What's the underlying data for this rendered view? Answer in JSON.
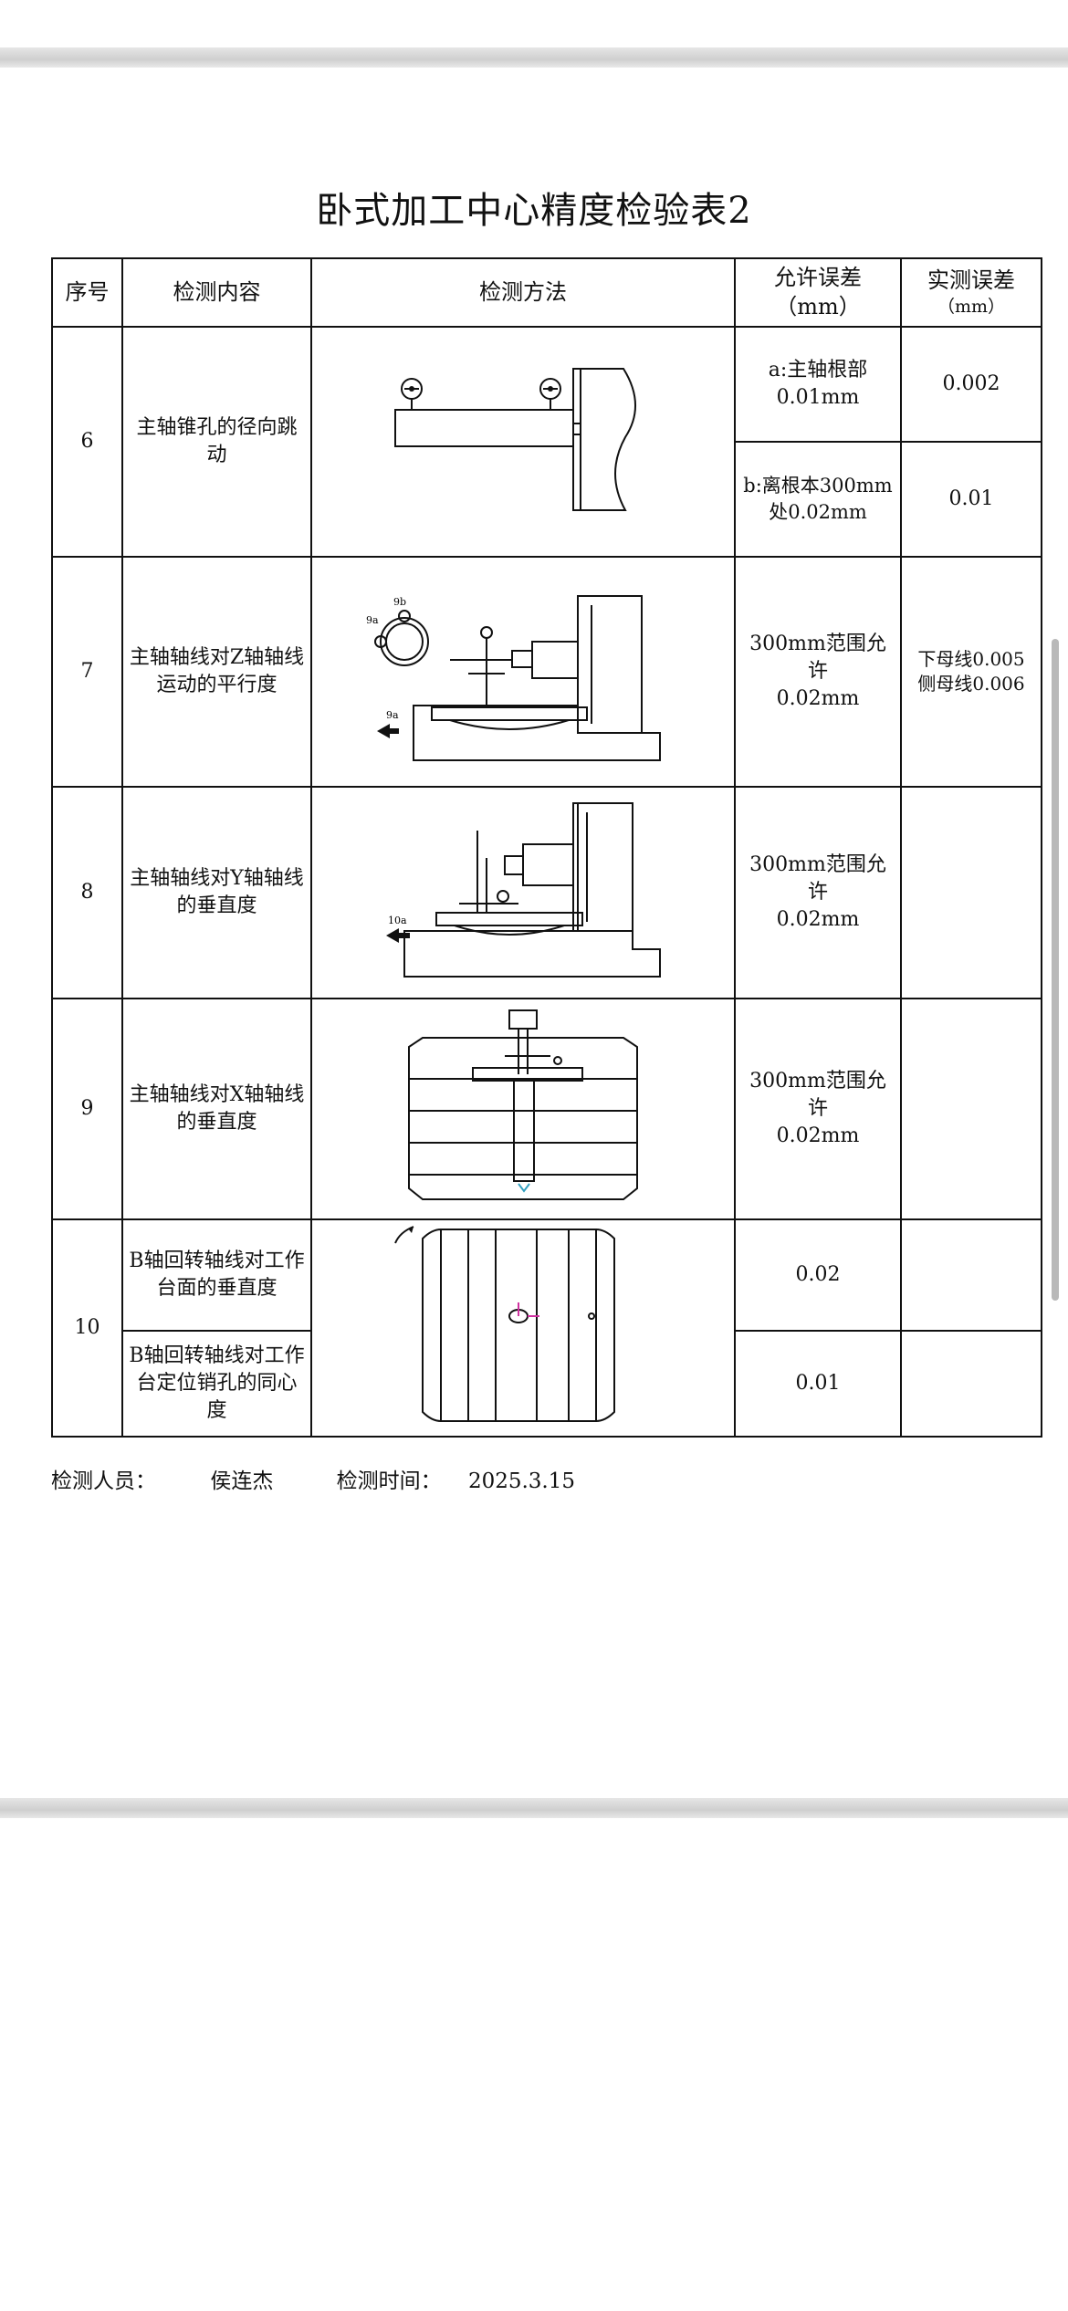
{
  "title": "卧式加工中心精度检验表2",
  "headers": {
    "no": "序号",
    "content": "检测内容",
    "method": "检测方法",
    "allowed": "允许误差（mm）",
    "measured_1": "实测误差",
    "measured_2": "（mm）"
  },
  "rows": {
    "r6": {
      "no": "6",
      "content": "主轴锥孔的径向跳动",
      "allowed_a_1": "a:主轴根部",
      "allowed_a_2": "0.01mm",
      "measured_a": "0.002",
      "allowed_b_1": "b:离根本300mm",
      "allowed_b_2": "处0.02mm",
      "measured_b": "0.01"
    },
    "r7": {
      "no": "7",
      "content": "主轴轴线对Z轴轴线运动的平行度",
      "allowed_1": "300mm范围允许",
      "allowed_2": "0.02mm",
      "measured_1": "下母线0.005",
      "measured_2": "侧母线0.006",
      "fig_label_1": "9b",
      "fig_label_2": "9a",
      "fig_label_3": "9a"
    },
    "r8": {
      "no": "8",
      "content": "主轴轴线对Y轴轴线的垂直度",
      "allowed_1": "300mm范围允许",
      "allowed_2": "0.02mm",
      "measured": "",
      "fig_label": "10a"
    },
    "r9": {
      "no": "9",
      "content": "主轴轴线对X轴轴线的垂直度",
      "allowed_1": "300mm范围允许",
      "allowed_2": "0.02mm",
      "measured": ""
    },
    "r10": {
      "no": "10",
      "content_a": "B轴回转轴线对工作台面的垂直度",
      "allowed_a": "0.02",
      "measured_a": "",
      "content_b": "B轴回转轴线对工作台定位销孔的同心度",
      "allowed_b": "0.01",
      "measured_b": ""
    }
  },
  "footer": {
    "inspector_label": "检测人员：",
    "inspector_name": "侯连杰",
    "date_label": "检测时间：",
    "date_value": "2025.3.15"
  }
}
